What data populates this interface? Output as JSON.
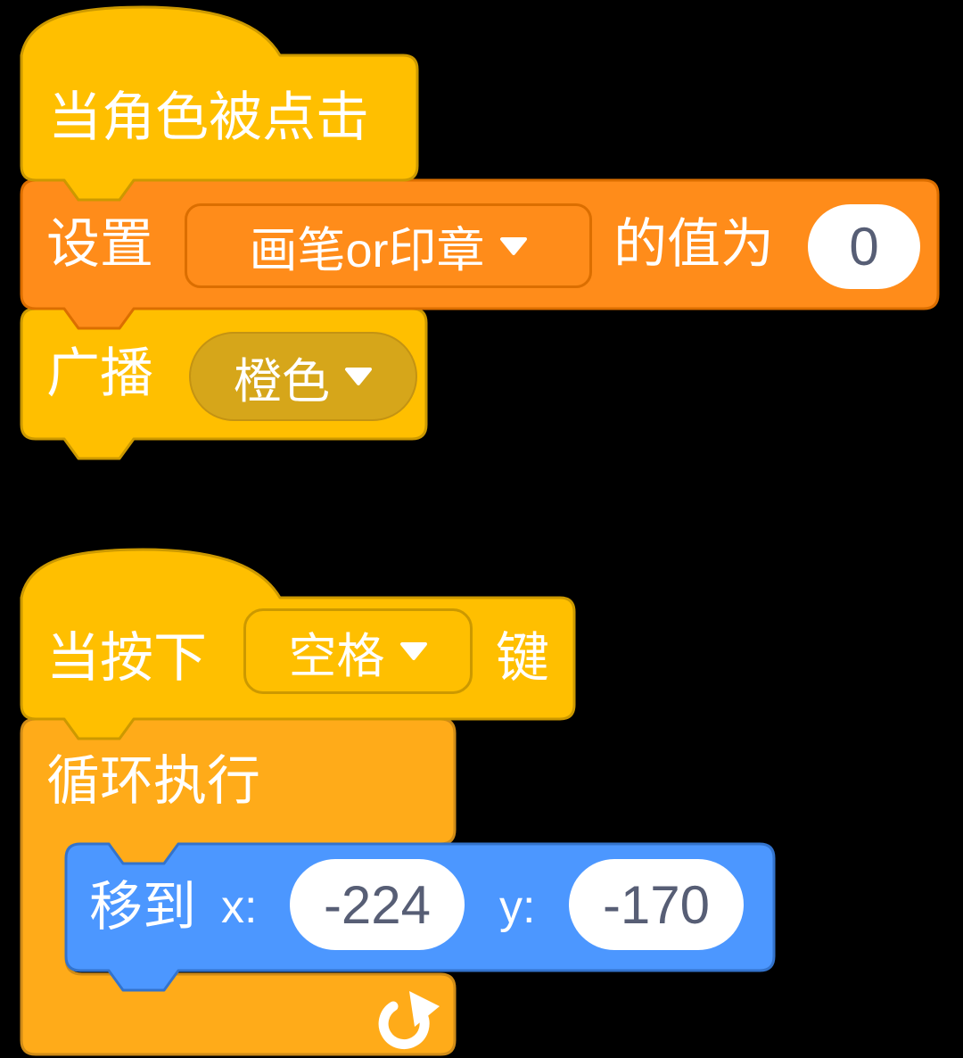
{
  "app": {
    "title": "Scratch block scripts"
  },
  "colors": {
    "events_yellow": "#FFBF00",
    "events_border": "#CC9900",
    "variables_orange": "#FF8C1A",
    "variables_border": "#DB6E00",
    "control_orange": "#FFAB19",
    "control_border": "#CF8B17",
    "motion_blue": "#4C97FF",
    "motion_border": "#3373CC",
    "dropdown_pill_fill": "#D6A61A",
    "input_text": "#575E75",
    "background": "#000000"
  },
  "script1": {
    "hat_label": "当角色被点击",
    "set_block": {
      "verb": "设置",
      "variable": "画笔or印章",
      "suffix": "的值为",
      "value": "0"
    },
    "broadcast_block": {
      "verb": "广播",
      "message": "橙色"
    }
  },
  "script2": {
    "hat": {
      "prefix": "当按下",
      "key": "空格",
      "suffix": "键"
    },
    "forever_label": "循环执行",
    "goto_block": {
      "verb": "移到",
      "x_label": "x:",
      "x_value": "-224",
      "y_label": "y:",
      "y_value": "-170"
    }
  },
  "icons": {
    "dropdown_caret": "caret-down",
    "loop_arrow": "loop-repeat-arrow"
  }
}
